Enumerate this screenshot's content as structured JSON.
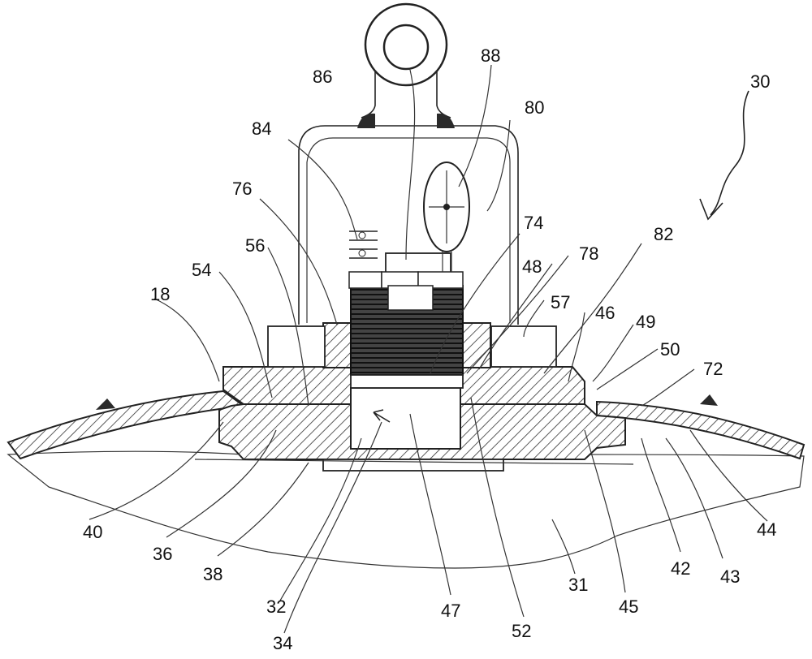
{
  "labels": {
    "n30": "30",
    "n88": "88",
    "n86": "86",
    "n80": "80",
    "n84": "84",
    "n76": "76",
    "n74": "74",
    "n82": "82",
    "n56": "56",
    "n48": "48",
    "n78": "78",
    "n54": "54",
    "n57": "57",
    "n46": "46",
    "n49": "49",
    "n18": "18",
    "n50": "50",
    "n72": "72",
    "n44": "44",
    "n40": "40",
    "n42": "42",
    "n43": "43",
    "n36": "36",
    "n38": "38",
    "n31": "31",
    "n45": "45",
    "n32": "32",
    "n47": "47",
    "n52": "52",
    "n34": "34"
  },
  "colors": {
    "line": "#222222",
    "background": "#ffffff"
  }
}
